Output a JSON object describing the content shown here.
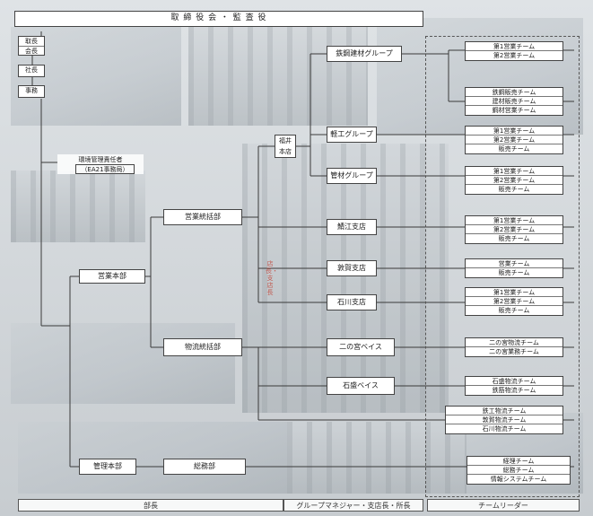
{
  "header_title": "取 締 役 会 ・ 監 査 役",
  "executives": {
    "chairman_line1": "取長",
    "chairman_line2": "会長",
    "president": "社長",
    "directors": "事務"
  },
  "env_manager": {
    "line1": "環境管理責任者",
    "line2": "（EA21事務局）"
  },
  "hq": {
    "sales_division": "営業本部",
    "sales_dept": "営業統括部",
    "logistics_dept": "物流統括部",
    "ops_division": "管理本部",
    "general_affairs": "総務部"
  },
  "fukui_honten": {
    "line1": "福井",
    "line2": "本店"
  },
  "vertical_note": "店長・支店長",
  "groups": [
    {
      "label": "鉄鋼建材グループ",
      "teams": [
        [
          "第1営業チーム",
          "第2営業チーム"
        ],
        [
          "鉄鋼販売チーム",
          "建材販売チーム",
          "鋼材営業チーム"
        ]
      ]
    },
    {
      "label": "軽工グループ",
      "teams": [
        [
          "第1営業チーム",
          "第2営業チーム",
          "販売チーム"
        ]
      ]
    },
    {
      "label": "管材グループ",
      "teams": [
        [
          "第1営業チーム",
          "第2営業チーム",
          "販売チーム"
        ]
      ]
    },
    {
      "label": "鯖江支店",
      "teams": [
        [
          "第1営業チーム",
          "第2営業チーム",
          "販売チーム"
        ]
      ]
    },
    {
      "label": "敦賀支店",
      "teams": [
        [
          "営業チーム",
          "販売チーム"
        ]
      ]
    },
    {
      "label": "石川支店",
      "teams": [
        [
          "第1営業チーム",
          "第2営業チーム",
          "販売チーム"
        ]
      ]
    },
    {
      "label": "二の宮ベイス",
      "teams": [
        [
          "二の宮物流チーム",
          "二の宮業務チーム"
        ]
      ]
    },
    {
      "label": "石盛ベイス",
      "teams": [
        [
          "石盛物流チーム",
          "鉄筋物流チーム"
        ]
      ]
    }
  ],
  "extra_teams": [
    "鉄工物流チーム",
    "敦賀物流チーム",
    "石川物流チーム"
  ],
  "admin_teams": [
    "経理チーム",
    "総務チーム",
    "情報システムチーム"
  ],
  "bottom": {
    "col1": "部長",
    "col2": "グループマネジャー・支店長・所長",
    "col3": "チームリーダー"
  }
}
